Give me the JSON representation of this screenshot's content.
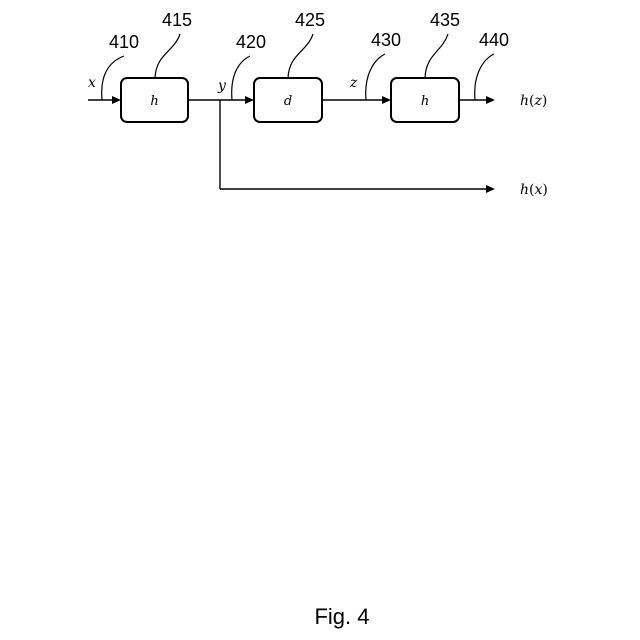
{
  "figure": {
    "caption": "Fig. 4",
    "inputs": {
      "x": "x",
      "y": "y",
      "z": "z"
    },
    "blocks": [
      {
        "label": "h",
        "ref": "415"
      },
      {
        "label": "d",
        "ref": "425"
      },
      {
        "label": "h",
        "ref": "435"
      }
    ],
    "outputs": {
      "top": {
        "func": "h",
        "open": "(",
        "arg": "z",
        "close": ")"
      },
      "bottom": {
        "func": "h",
        "open": "(",
        "arg": "x",
        "close": ")"
      }
    },
    "refs": {
      "r410": "410",
      "r420": "420",
      "r430": "430",
      "r440": "440"
    }
  }
}
